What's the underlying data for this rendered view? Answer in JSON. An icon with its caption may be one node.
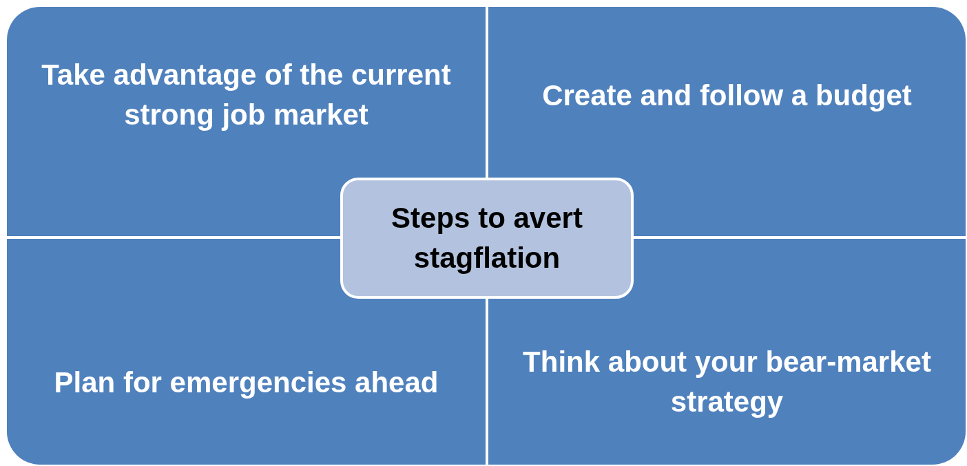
{
  "diagram": {
    "nodes": [
      {
        "text": [
          "Take advantage of the current strong job market"
        ]
      },
      {
        "text": [
          "Create and follow a budget"
        ]
      },
      {
        "text": [
          "Steps to avert stagflation"
        ]
      },
      {
        "text": [
          "Plan for emergencies ahead"
        ]
      },
      {
        "text": [
          "Think about your bear-market strategy"
        ]
      }
    ]
  }
}
